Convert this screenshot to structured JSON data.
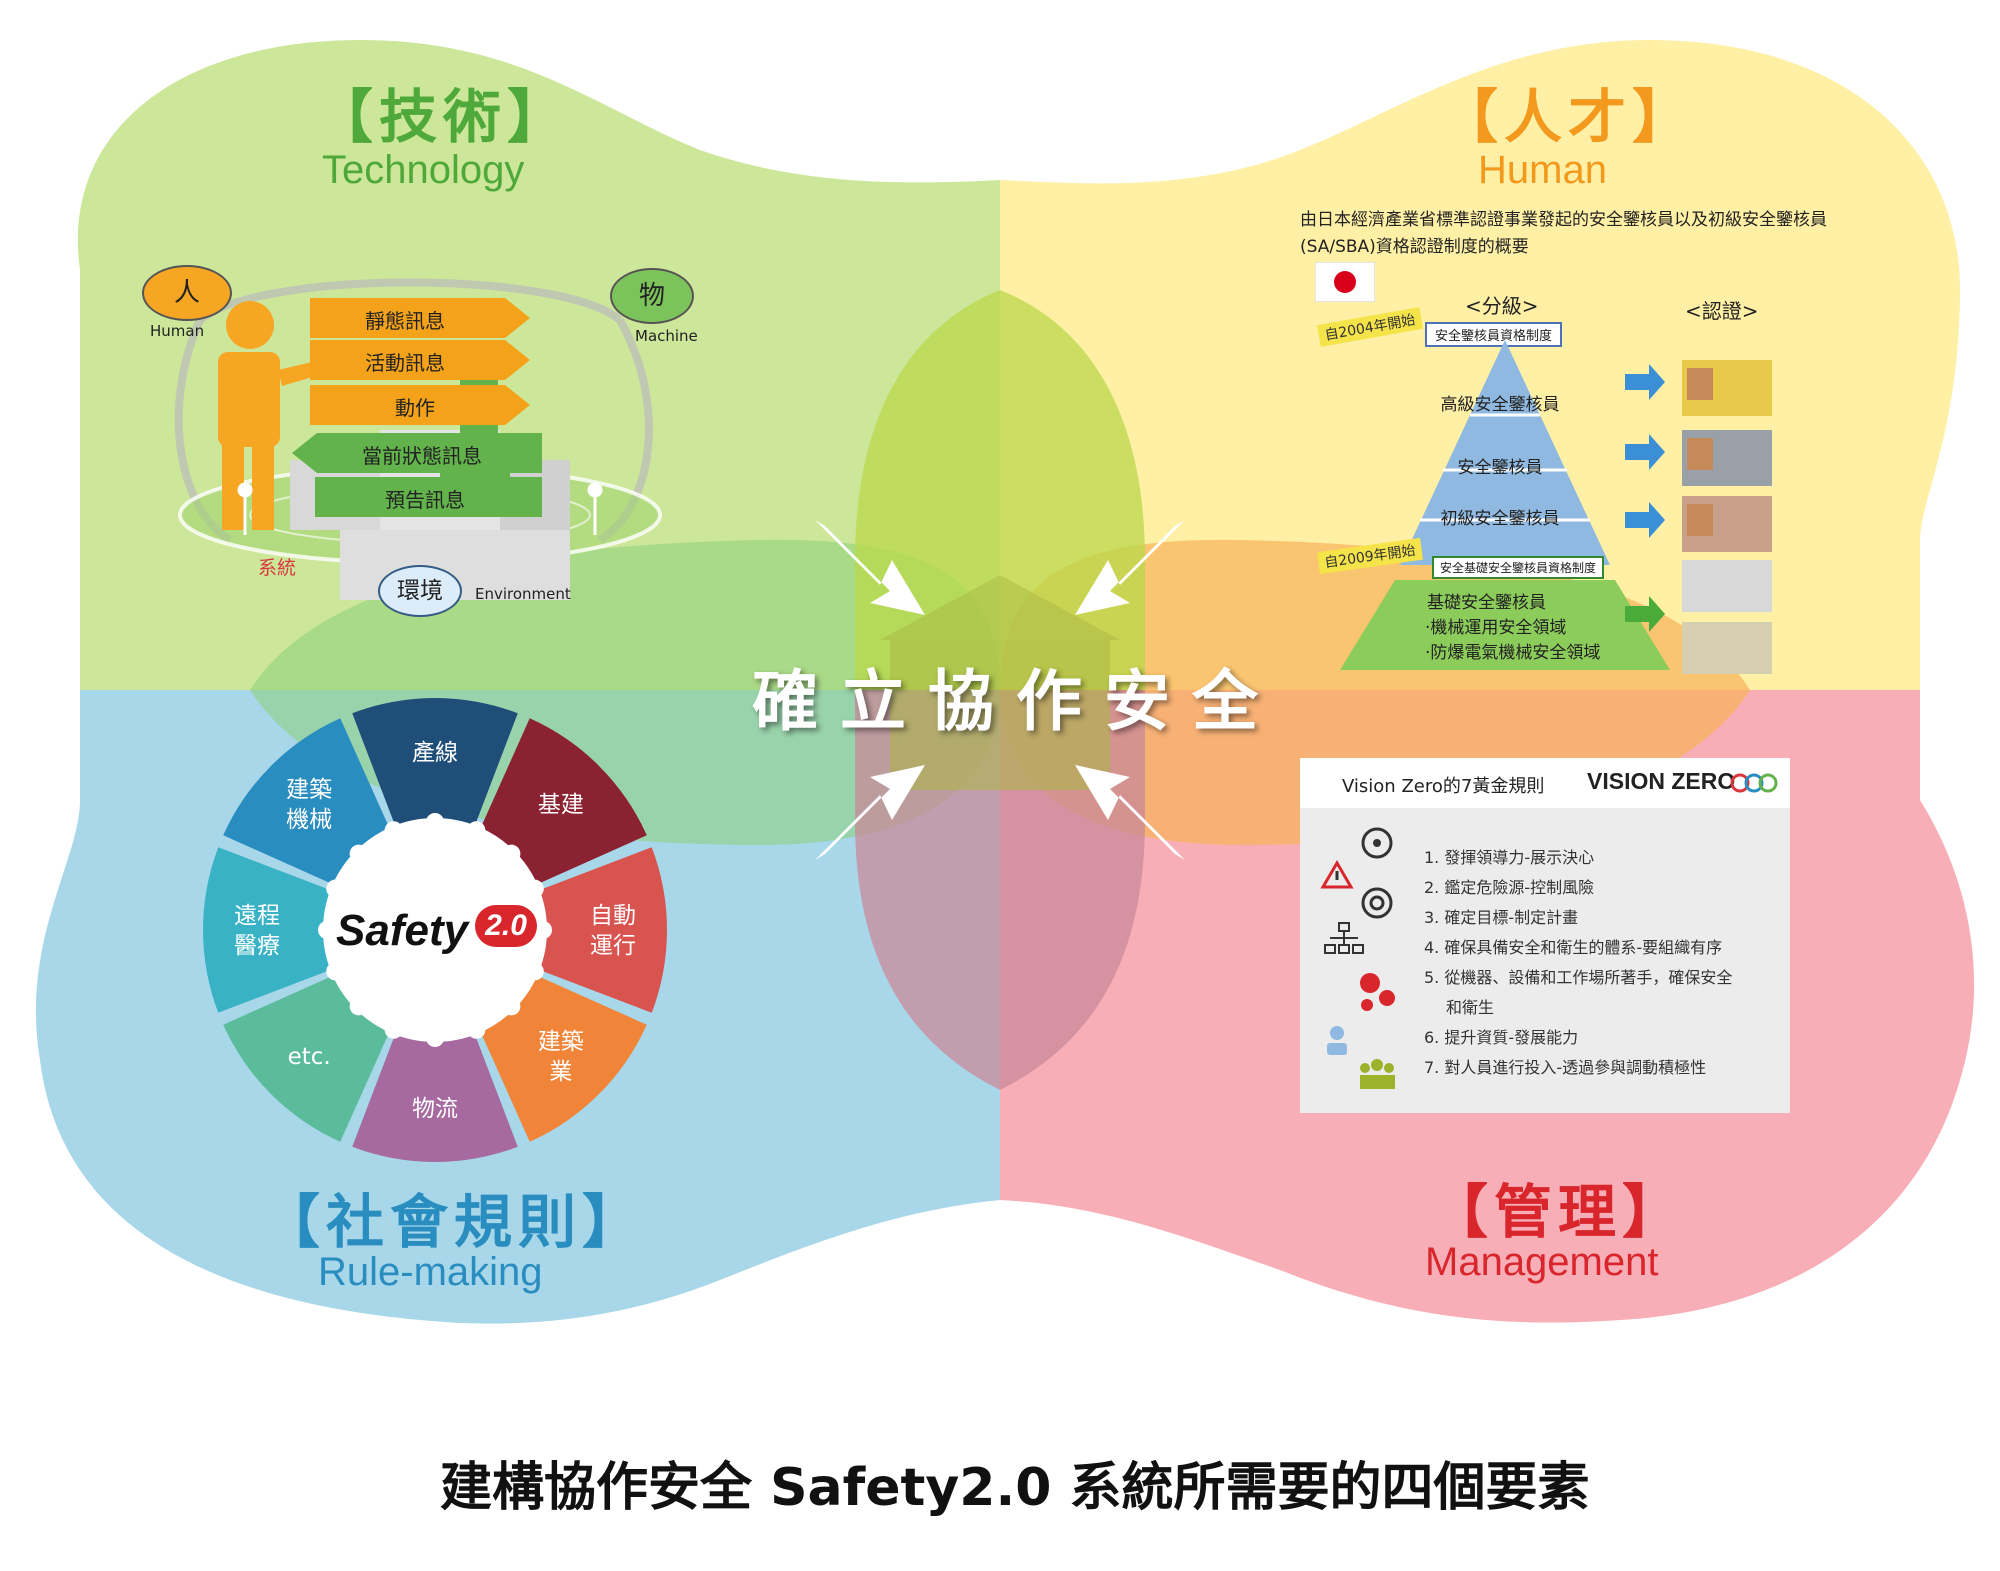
{
  "technology": {
    "title_cn": "【技術】",
    "title_en": "Technology",
    "human_label": "人",
    "human_caption": "Human",
    "machine_label": "物",
    "machine_caption": "Machine",
    "env_label": "環境",
    "env_caption": "Environment",
    "system_label": "系統",
    "flows": [
      "靜態訊息",
      "活動訊息",
      "動作",
      "當前狀態訊息",
      "預告訊息"
    ],
    "colors": {
      "bg": "#cde79a",
      "flow": "#f4a21a",
      "flow_back": "#62b34b"
    }
  },
  "human": {
    "title_cn": "【人才】",
    "title_en": "Human",
    "desc_line1": "由日本經濟產業省標準認證事業發起的安全鑒核員以及初級安全鑒核員",
    "desc_line2": "(SA/SBA)資格認證制度的概要",
    "col_grade": "<分級>",
    "col_cert": "<認證>",
    "since_2004": "自2004年開始",
    "since_2009": "自2009年開始",
    "system_box1": "安全鑒核員資格制度",
    "system_box2": "安全基礎安全鑒核員資格制度",
    "levels": [
      "高級安全鑒核員",
      "安全鑒核員",
      "初級安全鑒核員"
    ],
    "basic_title": "基礎安全鑒核員",
    "basic_items": [
      "·機械運用安全領域",
      "·防爆電氣機械安全領域"
    ],
    "colors": {
      "bg": "#fff0a6",
      "pyramid": "#8fb9e0",
      "base": "#8ccc5a"
    }
  },
  "rule_making": {
    "title_cn": "【社會規則】",
    "title_en": "Rule-making",
    "center_brand": "Safety",
    "center_version": "2.0",
    "segments": [
      {
        "label": "產線",
        "color": "#1f4e79"
      },
      {
        "label": "基建",
        "color": "#8b2232"
      },
      {
        "label": "自動\n運行",
        "color": "#d9534f"
      },
      {
        "label": "建築\n業",
        "color": "#f0853a"
      },
      {
        "label": "物流",
        "color": "#a66aa1"
      },
      {
        "label": "etc.",
        "color": "#5bbc9c"
      },
      {
        "label": "遠程\n醫療",
        "color": "#3ab2c6"
      },
      {
        "label": "建築\n機械",
        "color": "#2a8dc0"
      }
    ],
    "colors": {
      "bg": "#a9d7ea"
    }
  },
  "management": {
    "title_cn": "【管理】",
    "title_en": "Management",
    "card_title": "Vision Zero的7黃金規則",
    "card_brand": "VISION ZERO",
    "rules": [
      "1. 發揮領導力-展示決心",
      "2. 鑑定危險源-控制風險",
      "3. 確定目標-制定計畫",
      "4. 確保具備安全和衛生的體系-要組織有序",
      "5. 從機器、設備和工作場所著手，確保安全",
      "和衛生",
      "6. 提升資質-發展能力",
      "7. 對人員進行投入-透過參與調動積極性"
    ],
    "colors": {
      "bg": "#f8aeb6"
    }
  },
  "center_text": "確立協作安全",
  "caption": "建構協作安全 Safety2.0 系統所需要的四個要素"
}
